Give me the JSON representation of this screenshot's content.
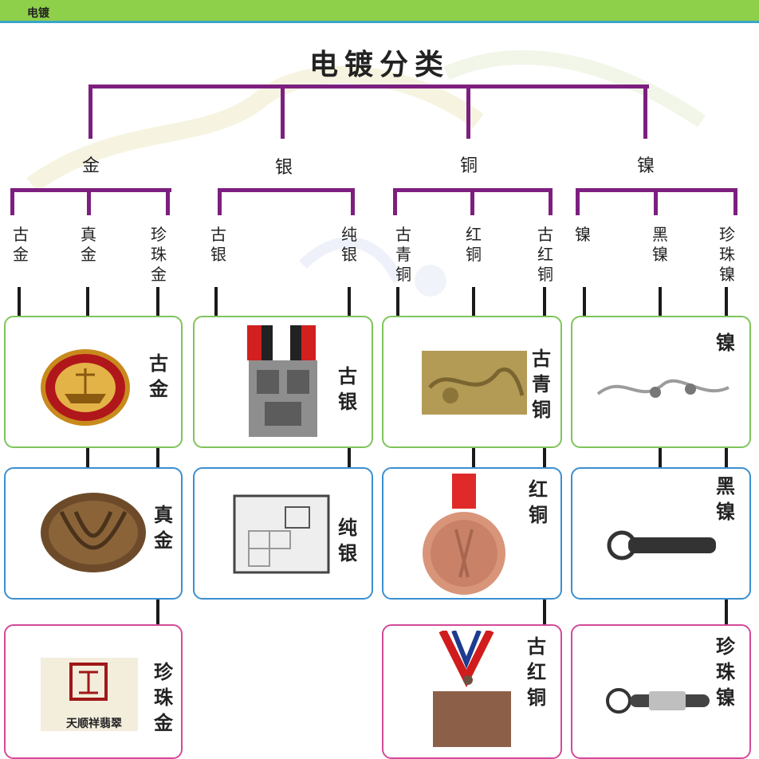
{
  "header": {
    "label": "电镀"
  },
  "title": "电镀分类",
  "categories": [
    {
      "label": "金",
      "subs": [
        "古金",
        "真金",
        "珍珠金"
      ]
    },
    {
      "label": "银",
      "subs": [
        "古银",
        "纯银"
      ]
    },
    {
      "label": "铜",
      "subs": [
        "古青铜",
        "红铜",
        "古红铜"
      ]
    },
    {
      "label": "镍",
      "subs": [
        "镍",
        "黑镍",
        "珍珠镍"
      ]
    }
  ],
  "cards": {
    "gold_antique": "古金",
    "gold_true": "真金",
    "gold_pearl": "珍珠金",
    "silver_antique": "古银",
    "silver_pure": "纯银",
    "copper_antique_bronze": "古青铜",
    "copper_red": "红铜",
    "copper_antique_red": "古红铜",
    "nickel": "镍",
    "nickel_black": "黑镍",
    "nickel_pearl": "珍珠镍"
  },
  "logo_text": {
    "pearl_gold_badge": "天顺祥翡翠"
  },
  "colors": {
    "connector": "#7d1f7f",
    "topbar": "#8fd04a",
    "box_green": "#7fc45a",
    "box_blue": "#3b8fd0",
    "box_pink": "#d44a9a"
  }
}
